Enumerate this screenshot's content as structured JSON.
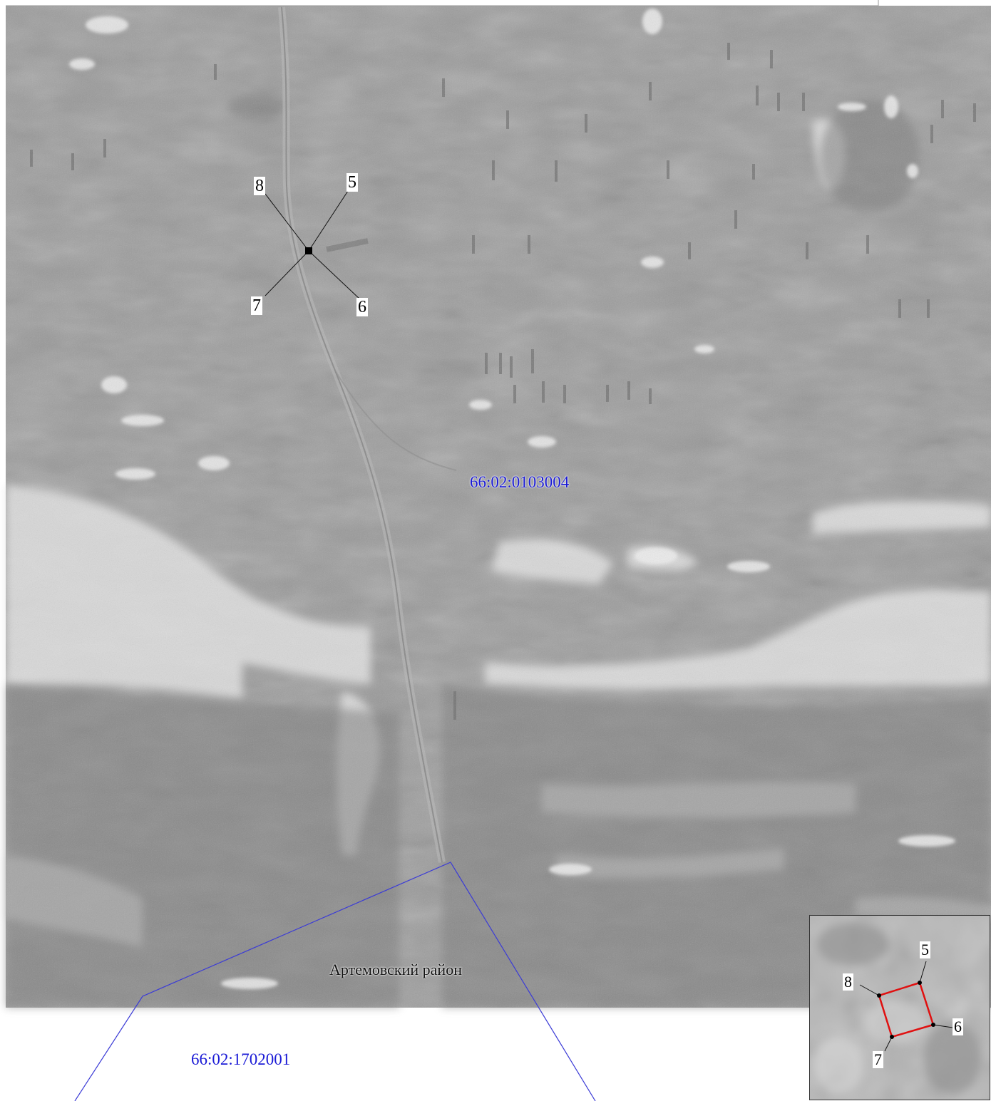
{
  "map": {
    "boundary_color": "#3b3bd6",
    "quarter_label_color": "#1a1ad6",
    "quarter_labels": {
      "north": "66:02:0103004",
      "south": "66:02:1702001"
    },
    "district_label": "Артемовский район",
    "point_labels": {
      "p5": "5",
      "p6": "6",
      "p7": "7",
      "p8": "8"
    }
  },
  "inset": {
    "outline_color": "#e01010",
    "point_labels": {
      "p5": "5",
      "p6": "6",
      "p7": "7",
      "p8": "8"
    }
  }
}
